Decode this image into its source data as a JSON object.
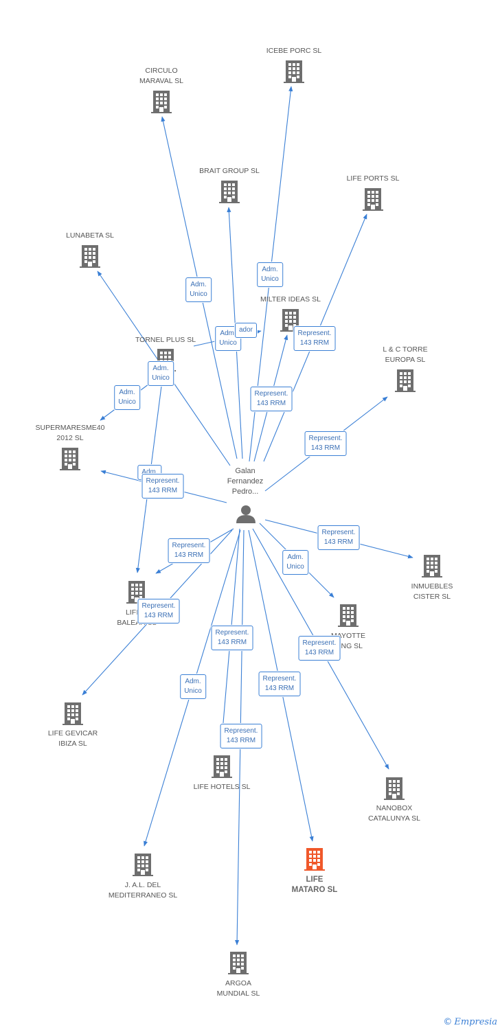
{
  "person": {
    "label": "Galan\nFernandez\nPedro..."
  },
  "companies": [
    {
      "id": "icebe",
      "label": "ICEBE PORC SL",
      "focus": false
    },
    {
      "id": "circulo",
      "label": "CIRCULO\nMARAVAL SL",
      "focus": false
    },
    {
      "id": "brait",
      "label": "BRAIT GROUP SL",
      "focus": false
    },
    {
      "id": "lifeports",
      "label": "LIFE PORTS SL",
      "focus": false
    },
    {
      "id": "lunabeta",
      "label": "LUNABETA SL",
      "focus": false
    },
    {
      "id": "milter",
      "label": "MILTER IDEAS SL",
      "focus": false
    },
    {
      "id": "tornel",
      "label": "TORNEL PLUS SL",
      "focus": false
    },
    {
      "id": "lctorre",
      "label": "L & C TORRE\nEUROPA SL",
      "focus": false
    },
    {
      "id": "supermaresme",
      "label": "SUPERMARESME40\n2012 SL",
      "focus": false
    },
    {
      "id": "inmuebles",
      "label": "INMUEBLES\nCISTER SL",
      "focus": false
    },
    {
      "id": "lifebalear",
      "label": "LIFE P\nBALEAR SL",
      "focus": false
    },
    {
      "id": "mayotte",
      "label": "MAYOTTE\nDING SL",
      "focus": false
    },
    {
      "id": "lifegevicar",
      "label": "LIFE GEVICAR\nIBIZA SL",
      "focus": false
    },
    {
      "id": "lifehotels",
      "label": "LIFE HOTELS SL",
      "focus": false
    },
    {
      "id": "nanobox",
      "label": "NANOBOX\nCATALUNYA SL",
      "focus": false
    },
    {
      "id": "jal",
      "label": "J. A.L. DEL\nMEDITERRANEO SL",
      "focus": false
    },
    {
      "id": "lifemataro",
      "label": "LIFE\nMATARO SL",
      "focus": true
    },
    {
      "id": "argoa",
      "label": "ARGOA\nMUNDIAL SL",
      "focus": false
    }
  ],
  "roles": [
    {
      "id": "r-circulo",
      "label": "Adm.\nUnico"
    },
    {
      "id": "r-icebe",
      "label": "Adm.\nUnico"
    },
    {
      "id": "r-brait",
      "label": "Adm.\nUnico"
    },
    {
      "id": "r-brait2",
      "label": "ador"
    },
    {
      "id": "r-lifeports",
      "label": "Represent.\n143 RRM"
    },
    {
      "id": "r-milter",
      "label": "Represent.\n143 RRM"
    },
    {
      "id": "r-lunabeta",
      "label": "Adm.\nUnico"
    },
    {
      "id": "r-tornel",
      "label": "Adm.\nUnico"
    },
    {
      "id": "r-lctorre",
      "label": "Represent.\n143 RRM"
    },
    {
      "id": "r-super1",
      "label": "Adm."
    },
    {
      "id": "r-super2",
      "label": "Represent.\n143 RRM"
    },
    {
      "id": "r-inmuebles",
      "label": "Represent.\n143 RRM"
    },
    {
      "id": "r-mayotte1",
      "label": "Adm.\nUnico"
    },
    {
      "id": "r-balear",
      "label": "Represent.\n143 RRM"
    },
    {
      "id": "r-gevicar",
      "label": "Represent.\n143 RRM"
    },
    {
      "id": "r-hotels1",
      "label": "Represent.\n143 RRM"
    },
    {
      "id": "r-nanobox",
      "label": "Represent.\n143 RRM"
    },
    {
      "id": "r-jal",
      "label": "Adm.\nUnico"
    },
    {
      "id": "r-mataro",
      "label": "Represent.\n143 RRM"
    },
    {
      "id": "r-argoa",
      "label": "Represent.\n143 RRM"
    }
  ],
  "colors": {
    "edge": "#3a7fd5",
    "building": "#6e6e6e",
    "focus_building": "#f0582a",
    "person": "#6e6e6e"
  },
  "footer": {
    "copyright": "©",
    "brand": "Empresia"
  }
}
